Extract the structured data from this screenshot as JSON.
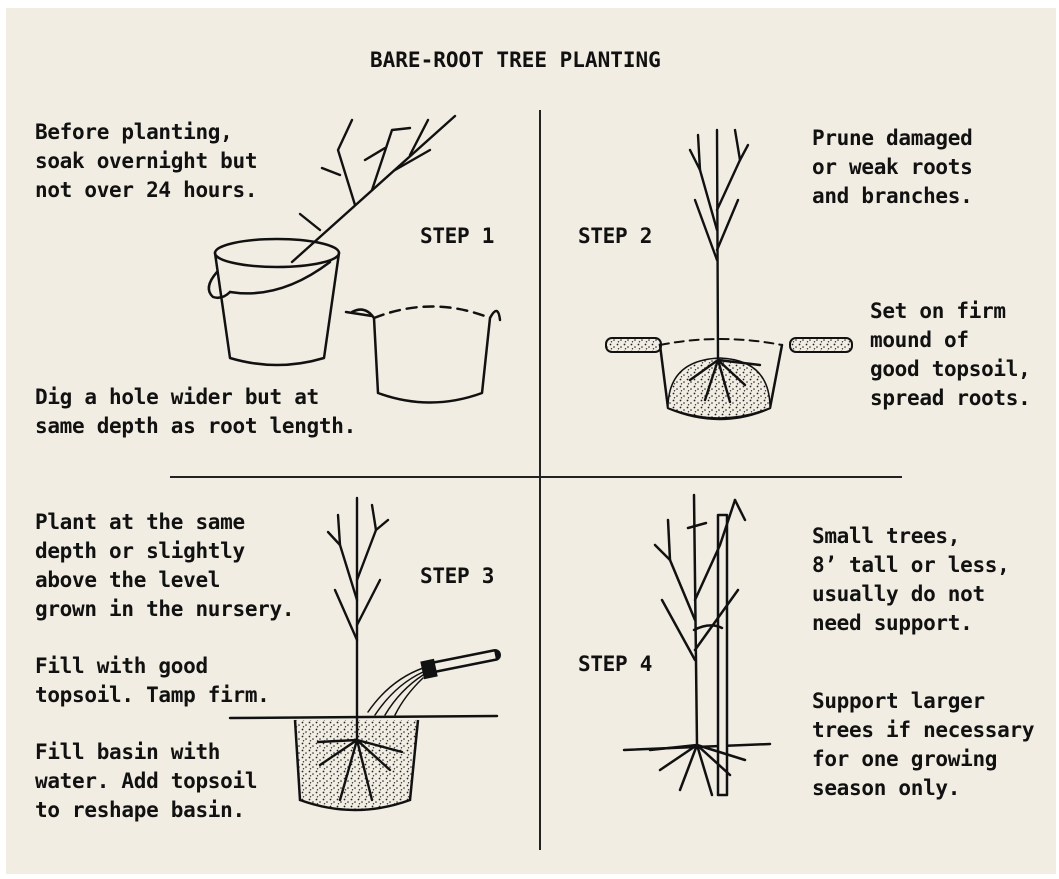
{
  "title": "BARE-ROOT TREE PLANTING",
  "steps": [
    {
      "label": "STEP 1",
      "texts": [
        "Before planting,\nsoak overnight but\nnot over 24 hours.",
        "Dig a hole wider but at\nsame depth as root length."
      ]
    },
    {
      "label": "STEP 2",
      "texts": [
        "Prune damaged\nor weak roots\nand branches.",
        "Set on firm\nmound of\ngood topsoil,\nspread roots."
      ]
    },
    {
      "label": "STEP 3",
      "texts": [
        "Plant at the same\ndepth or slightly\nabove the level\ngrown in the nursery.",
        "Fill with good\ntopsoil. Tamp firm.",
        "Fill basin with\nwater. Add topsoil\nto reshape basin."
      ]
    },
    {
      "label": "STEP 4",
      "texts": [
        "Small trees,\n8’ tall or less,\nusually do not\nneed support.",
        "Support larger\ntrees if necessary\nfor one growing\nseason only."
      ]
    }
  ]
}
